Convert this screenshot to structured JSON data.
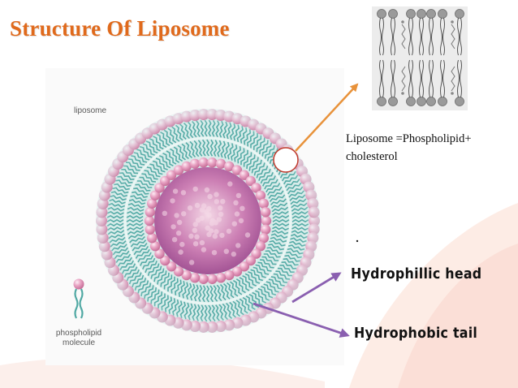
{
  "title": "Structure Of Liposome",
  "labels": {
    "liposome": "liposome",
    "phospholipid_molecule": [
      "phospholipid",
      "molecule"
    ],
    "formula": [
      "Liposome =Phospholipid+",
      "cholesterol"
    ],
    "hydrophilic_head": "Hydrophillic head",
    "hydrophobic_tail": "Hydrophobic tail"
  },
  "colors": {
    "title": "#e06a1c",
    "head_bead": "#e7a2c2",
    "tail": "#4fa8a3",
    "core": "#c06aa8",
    "arrow_orange": "#e8923a",
    "arrow_purple": "#8a5fb0",
    "background_swoosh": "#fbe3dc"
  }
}
